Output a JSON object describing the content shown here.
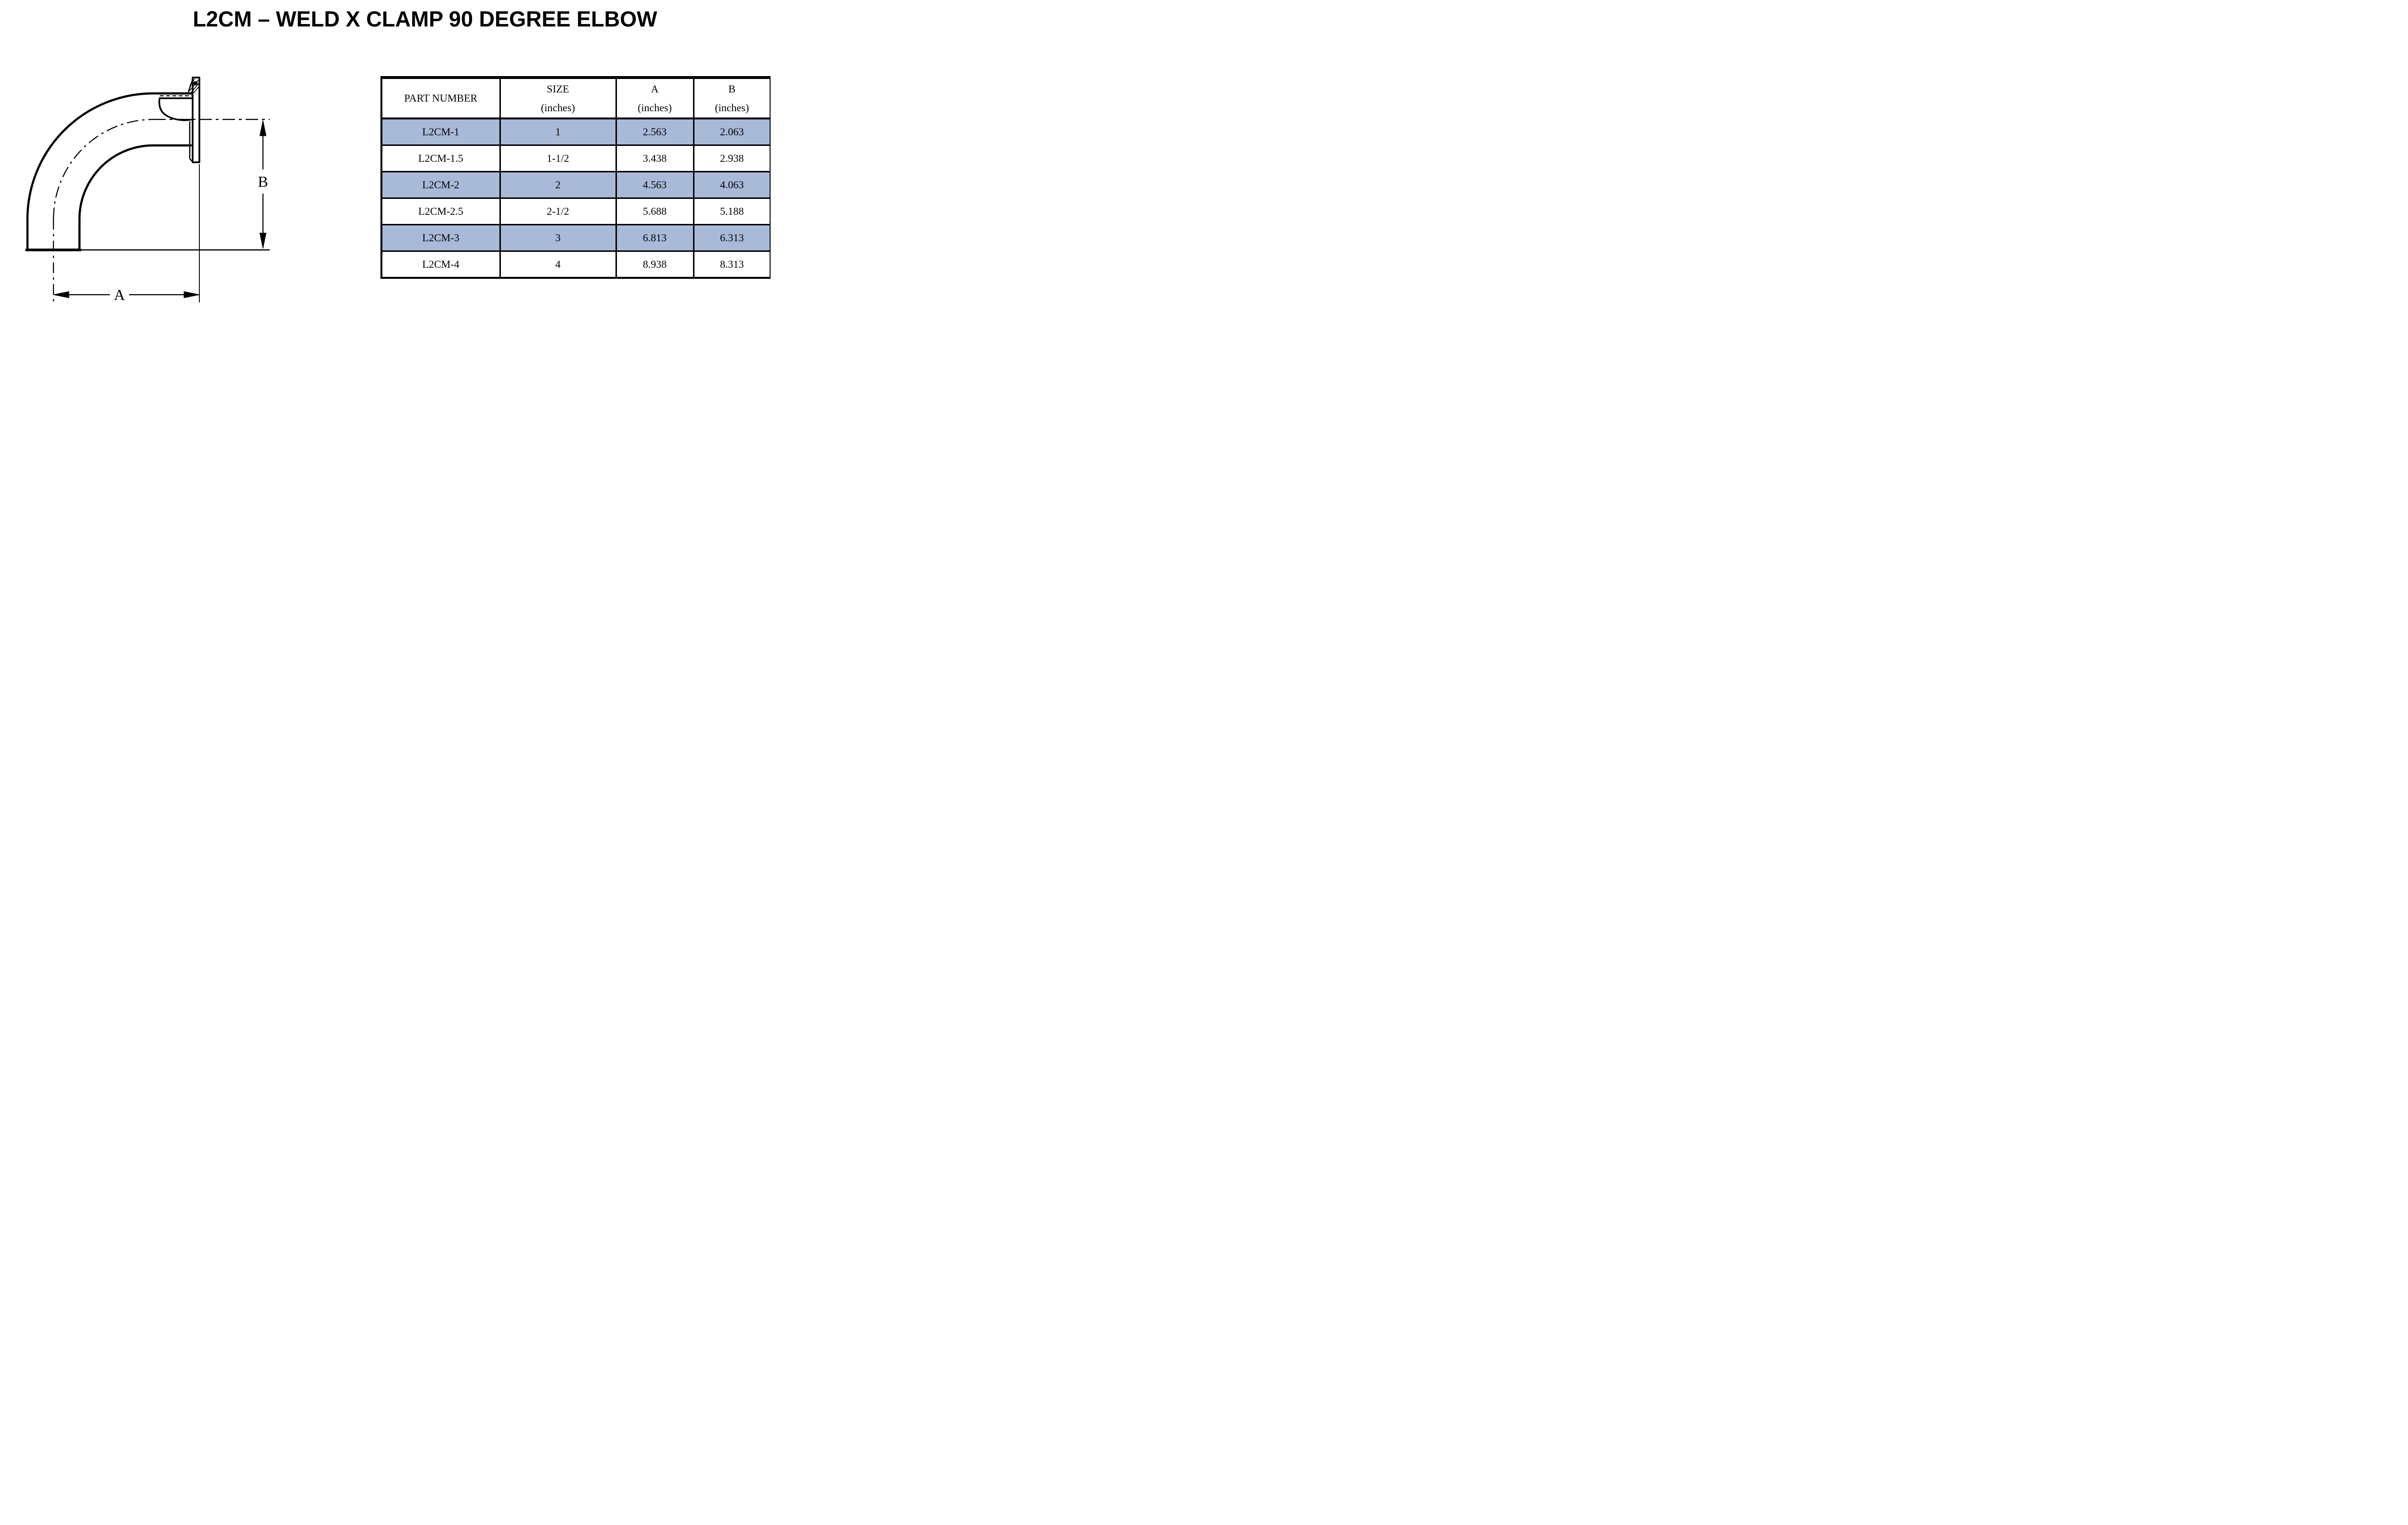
{
  "title": "L2CM – WELD X CLAMP 90 DEGREE ELBOW",
  "diagram": {
    "description": "Side-view engineering drawing of a weld x clamp 90 degree elbow with tri-clamp ferrule",
    "dim_a_label": "A",
    "dim_b_label": "B"
  },
  "table": {
    "columns": [
      {
        "label": "PART NUMBER",
        "sub": ""
      },
      {
        "label": "SIZE",
        "sub": "(inches)"
      },
      {
        "label": "A",
        "sub": "(inches)"
      },
      {
        "label": "B",
        "sub": "(inches)"
      }
    ],
    "rows": [
      {
        "part": "L2CM-1",
        "size": "1",
        "a": "2.563",
        "b": "2.063",
        "highlighted": true
      },
      {
        "part": "L2CM-1.5",
        "size": "1-1/2",
        "a": "3.438",
        "b": "2.938",
        "highlighted": false
      },
      {
        "part": "L2CM-2",
        "size": "2",
        "a": "4.563",
        "b": "4.063",
        "highlighted": true
      },
      {
        "part": "L2CM-2.5",
        "size": "2-1/2",
        "a": "5.688",
        "b": "5.188",
        "highlighted": false
      },
      {
        "part": "L2CM-3",
        "size": "3",
        "a": "6.813",
        "b": "6.313",
        "highlighted": true
      },
      {
        "part": "L2CM-4",
        "size": "4",
        "a": "8.938",
        "b": "8.313",
        "highlighted": false
      }
    ],
    "highlight_color": "#a9b9d8"
  },
  "colors": {
    "line": "#000000",
    "background": "#ffffff",
    "row_highlight": "#a9b9d8",
    "text": "#000000"
  }
}
